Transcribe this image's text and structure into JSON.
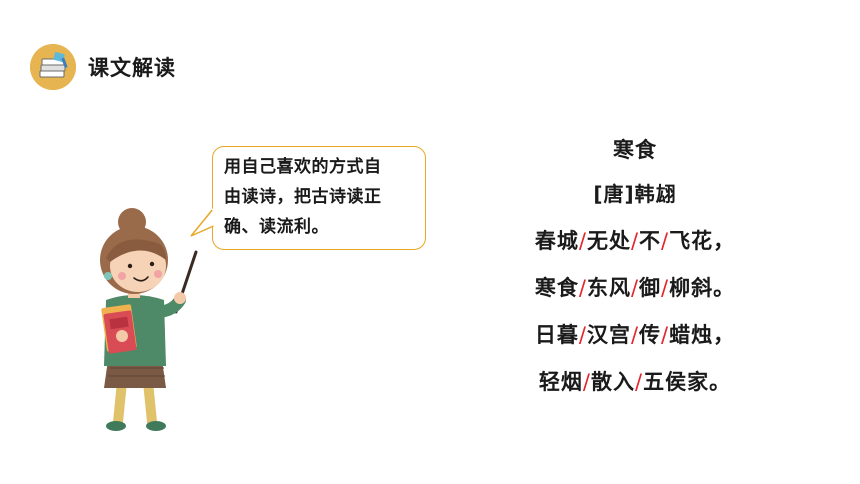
{
  "header": {
    "icon": "books-icon",
    "title": "课文解读"
  },
  "speech_bubble": {
    "lines": [
      "用自己喜欢的方式自",
      "由读诗，把古诗读正",
      "确、读流利。"
    ]
  },
  "poem": {
    "title": "寒食",
    "author": "[唐]韩翃",
    "lines": [
      {
        "segments": [
          "春城",
          "无处",
          "不",
          "飞花，"
        ]
      },
      {
        "segments": [
          "寒食",
          "东风",
          "御",
          "柳斜。"
        ]
      },
      {
        "segments": [
          "日暮",
          "汉宫",
          "传",
          "蜡烛，"
        ]
      },
      {
        "segments": [
          "轻烟",
          "散入",
          "五侯家。"
        ]
      }
    ],
    "pause_mark": "/"
  },
  "colors": {
    "accent": "#e6b450",
    "bubble_border": "#e8a826",
    "pause_mark": "#e2262b"
  },
  "illustration": "teacher-with-pointer"
}
